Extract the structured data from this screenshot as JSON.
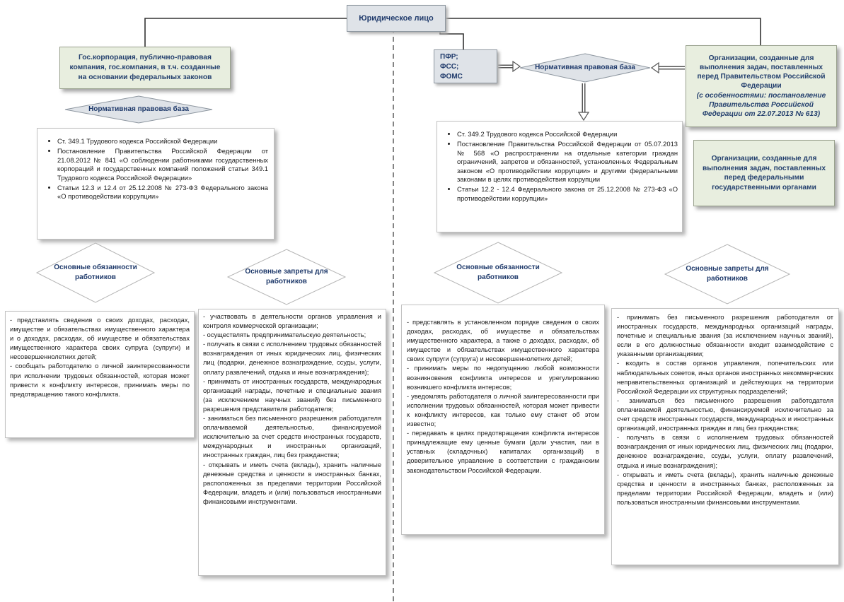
{
  "root": {
    "label": "Юридическое лицо"
  },
  "left": {
    "header": "Гос.корпорация, публично-правовая компания, гос.компания, в т.ч. созданные на основании федеральных законов",
    "base_label": "Нормативная правовая база",
    "base_items": [
      "Ст. 349.1 Трудового кодекса Российской Федерации",
      "Постановление Правительства Российской Федерации от 21.08.2012 № 841 «О соблюдении работниками государственных корпораций и государственных компаний положений статьи 349.1 Трудового кодекса Российской Федерации»",
      "Статьи 12.3 и 12.4 от 25.12.2008 № 273-ФЗ Федерального закона «О противодействии коррупции»"
    ],
    "duties_label": "Основные обязанности работников",
    "bans_label": "Основные запреты для работников",
    "duties": [
      "- представлять сведения о своих доходах, расходах, имуществе и обязательствах имущественного характера и о доходах, расходах, об имуществе и обязательствах имущественного характера своих супруга (супруги) и несовершеннолетних детей;",
      "- сообщать работодателю о личной заинтересованности при исполнении трудовых обязанностей, которая может привести к конфликту интересов, принимать меры по предотвращению такого конфликта."
    ],
    "bans": [
      "- участвовать в деятельности органов управления и контроля коммерческой организации;",
      "- осуществлять предпринимательскую деятельность;",
      "- получать в связи с исполнением трудовых обязанностей вознаграждения от иных юридических лиц, физических лиц (подарки, денежное вознаграждение, ссуды, услуги, оплату развлечений, отдыха и иные вознаграждения);",
      "- принимать от иностранных государств, международных организаций награды, почетные и специальные звания (за исключением научных званий) без письменного разрешения представителя работодателя;",
      "- заниматься без письменного разрешения работодателя оплачиваемой деятельностью, финансируемой исключительно за счет средств иностранных государств, международных и иностранных организаций, иностранных граждан, лиц без гражданства;",
      "- открывать и иметь счета (вклады), хранить наличные денежные средства и ценности в иностранных банках, расположенных за пределами территории Российской Федерации, владеть и (или) пользоваться иностранными финансовыми инструментами."
    ]
  },
  "right": {
    "funds": [
      "ПФР;",
      "ФСС;",
      "ФОМС"
    ],
    "base_label": "Нормативная правовая база",
    "org_gov": {
      "title": "Организации, созданные для выполнения задач, поставленных перед Правительством Российской Федерации",
      "note": "(с особенностями: постановление Правительства Российской Федерации от 22.07.2013 № 613)"
    },
    "org_fed": "Организации, созданные для выполнения задач, поставленных перед федеральными государственными органами",
    "base_items": [
      "Ст. 349.2 Трудового кодекса Российской Федерации",
      "Постановление Правительства Российской Федерации от 05.07.2013 № 568 «О распространении на отдельные категории граждан ограничений, запретов и обязанностей, установленных Федеральным законом «О противодействии коррупции» и другими федеральными законами в целях противодействия коррупции",
      "Статьи 12.2 - 12.4 Федерального закона от 25.12.2008 № 273-ФЗ «О противодействии коррупции»"
    ],
    "duties_label": "Основные обязанности работников",
    "bans_label": "Основные запреты для работников",
    "duties": [
      "- представлять в установленном порядке сведения о своих доходах, расходах, об имуществе и обязательствах имущественного характера, а также о доходах, расходах, об имуществе и обязательствах имущественного характера своих супруги (супруга) и несовершеннолетних детей;",
      "- принимать меры по недопущению любой возможности возникновения конфликта интересов и урегулированию возникшего конфликта интересов;",
      "- уведомлять работодателя о личной заинтересованности при исполнении трудовых обязанностей, которая может привести к конфликту интересов, как только ему станет об этом известно;",
      "- передавать в целях предотвращения конфликта интересов принадлежащие ему ценные бумаги (доли участия, паи в уставных (складочных) капиталах организаций) в доверительное управление в соответствии с гражданским законодательством Российской Федерации."
    ],
    "bans": [
      "- принимать без письменного разрешения работодателя от иностранных государств, международных организаций награды, почетные и специальные звания (за исключением научных званий), если в его должностные обязанности входит взаимодействие с указанными организациями;",
      "- входить в состав органов управления, попечительских или наблюдательных советов, иных органов иностранных некоммерческих неправительственных организаций и действующих на территории Российской Федерации их структурных подразделений;",
      "- заниматься без письменного разрешения работодателя оплачиваемой деятельностью, финансируемой исключительно за счет средств иностранных государств, международных и иностранных организаций, иностранных граждан и лиц без гражданства;",
      "- получать в связи с исполнением трудовых обязанностей вознаграждения от иных юридических лиц, физических лиц (подарки, денежное вознаграждение, ссуды, услуги, оплату развлечений, отдыха и иные вознаграждения);",
      "- открывать и иметь счета (вклады), хранить наличные денежные средства и ценности в иностранных банках, расположенных за пределами территории Российской Федерации, владеть и (или) пользоваться иностранными финансовыми инструментами."
    ]
  }
}
